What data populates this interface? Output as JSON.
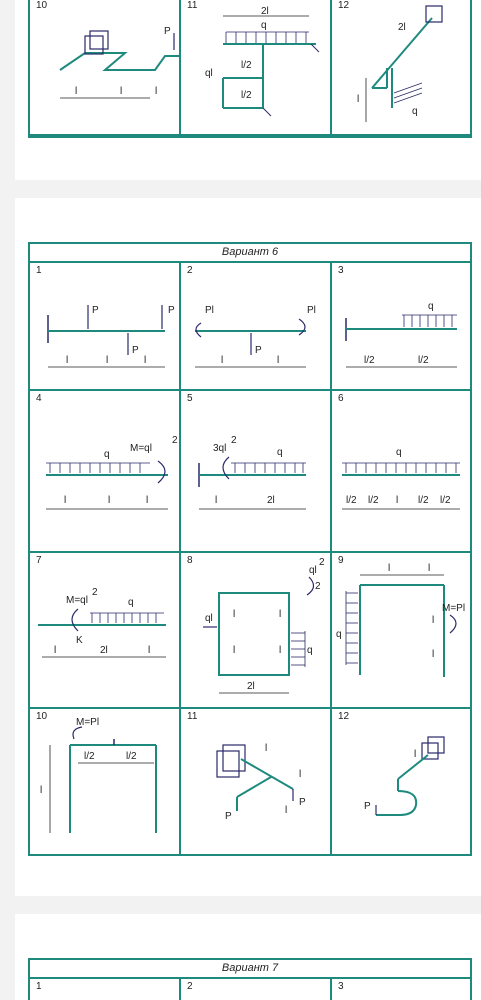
{
  "top_section": {
    "cells": [
      {
        "num": "10",
        "labels": {
          "l1": "l",
          "l2": "l",
          "l3": "l",
          "p": "P"
        }
      },
      {
        "num": "11",
        "labels": {
          "two_l": "2l",
          "q": "q",
          "ql": "ql",
          "half1": "l/2",
          "half2": "l/2"
        }
      },
      {
        "num": "12",
        "labels": {
          "two_l": "2l",
          "l": "l",
          "q": "q"
        }
      }
    ]
  },
  "variant6": {
    "title": "Вариант  6",
    "cells": [
      {
        "num": "1",
        "labels": {
          "p1": "P",
          "p2": "P",
          "p3": "P",
          "l1": "l",
          "l2": "l",
          "l3": "l"
        }
      },
      {
        "num": "2",
        "labels": {
          "pl1": "Pl",
          "pl2": "Pl",
          "p": "P",
          "l1": "l",
          "l2": "l"
        }
      },
      {
        "num": "3",
        "labels": {
          "q": "q",
          "h1": "l/2",
          "h2": "l/2"
        }
      },
      {
        "num": "4",
        "labels": {
          "q": "q",
          "m": "M=ql",
          "sup": "2",
          "l1": "l",
          "l2": "l",
          "l3": "l"
        }
      },
      {
        "num": "5",
        "labels": {
          "m": "3ql",
          "sup": "2",
          "q": "q",
          "l": "l",
          "two_l": "2l"
        }
      },
      {
        "num": "6",
        "labels": {
          "q": "q",
          "s1": "l/2",
          "s2": "l/2",
          "s3": "l",
          "s4": "l/2",
          "s5": "l/2"
        }
      },
      {
        "num": "7",
        "labels": {
          "m": "M=ql",
          "sup": "2",
          "q": "q",
          "k": "K",
          "l1": "l",
          "two_l": "2l",
          "l2": "l"
        }
      },
      {
        "num": "8",
        "labels": {
          "m": "ql",
          "sup": "2",
          "den": "2",
          "ql": "ql",
          "q": "q",
          "l1": "l",
          "l2": "l",
          "l3": "l",
          "l4": "l",
          "two_l": "2l"
        }
      },
      {
        "num": "9",
        "labels": {
          "l1": "l",
          "l2": "l",
          "q": "q",
          "m": "M=Pl",
          "l3": "l",
          "l4": "l"
        }
      },
      {
        "num": "10",
        "labels": {
          "m": "M=Pl",
          "h1": "l/2",
          "h2": "l/2",
          "l": "l"
        }
      },
      {
        "num": "11",
        "labels": {
          "l1": "l",
          "l2": "l",
          "l3": "l",
          "p1": "P",
          "p2": "P"
        }
      },
      {
        "num": "12",
        "labels": {
          "l": "l",
          "p": "P"
        }
      }
    ]
  },
  "variant7": {
    "title": "Вариант  7",
    "cells": [
      {
        "num": "1"
      },
      {
        "num": "2"
      },
      {
        "num": "3"
      }
    ]
  },
  "colors": {
    "frame": "#1e8a7e",
    "beam": "#1e8a7e",
    "load": "#2a2a6a",
    "ink": "#222222"
  }
}
